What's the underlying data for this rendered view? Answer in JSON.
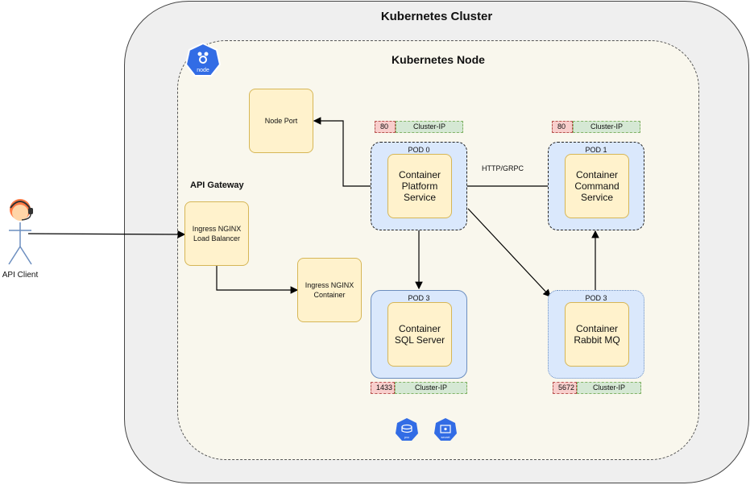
{
  "cluster": {
    "title": "Kubernetes Cluster"
  },
  "node": {
    "title": "Kubernetes Node",
    "icon_name": "node-icon",
    "icon_label": "node"
  },
  "actor": {
    "label": "API Client",
    "icon_name": "support-agent-icon"
  },
  "api_gateway": {
    "title": "API Gateway"
  },
  "boxes": {
    "node_port": "Node Port",
    "ingress_lb": "Ingress NGINX Load Balancer",
    "ingress_container": "Ingress NGINX Container"
  },
  "pods": [
    {
      "label": "POD 0",
      "container": "Container Platform Service",
      "port": "80",
      "service": "Cluster-IP"
    },
    {
      "label": "POD 1",
      "container": "Container Command Service",
      "port": "80",
      "service": "Cluster-IP"
    },
    {
      "label": "POD 3",
      "container": "Container SQL Server",
      "port": "1433",
      "service": "Cluster-IP"
    },
    {
      "label": "POD 3",
      "container": "Container Rabbit MQ",
      "port": "5672",
      "service": "Cluster-IP"
    }
  ],
  "edges": {
    "http_grpc": "HTTP/GRPC"
  },
  "bottom_icons": [
    {
      "name": "pvc-icon",
      "label": "pvc"
    },
    {
      "name": "secret-icon",
      "label": "secret"
    }
  ],
  "colors": {
    "k8s_blue": "#326ce5",
    "container_fill": "#fff2cc",
    "pod_fill": "#dae8fc",
    "port_fill": "#f8cecc",
    "cluster_ip_fill": "#d5e8d4"
  }
}
